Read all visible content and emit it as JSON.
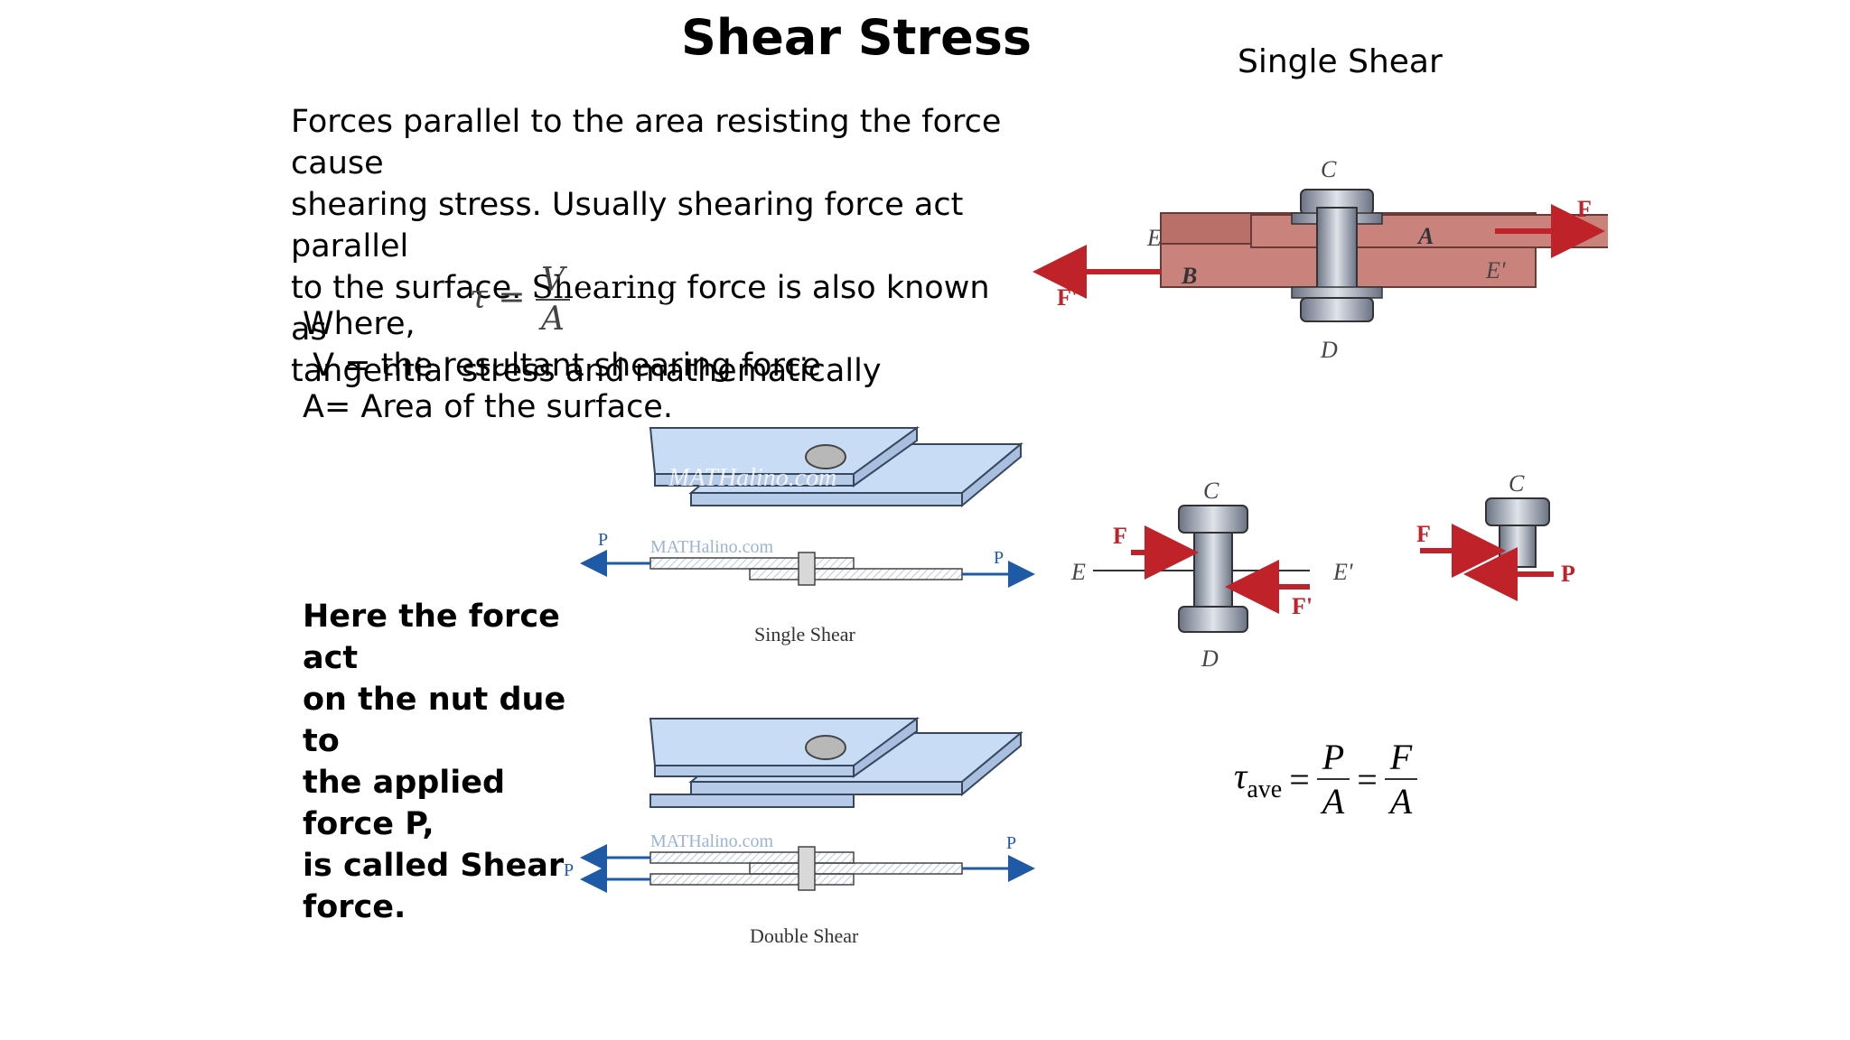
{
  "title": "Shear Stress",
  "subtitle": "Single Shear",
  "paragraph": {
    "line1": "Forces parallel to the area resisting the force cause",
    "line2": "shearing stress. Usually shearing force act parallel",
    "line3a": "to the surface. ",
    "line3b": "Shearing",
    "line3c": " force is also known as",
    "line4": "tangential stress and mathematically"
  },
  "formula_tau": {
    "lhs": "τ =",
    "num": "V",
    "den": "A"
  },
  "where": {
    "label": "Where,",
    "v_line": " V = the resultant shearing force",
    "a_line": "A= Area of the surface."
  },
  "note": {
    "line1": "Here the force act",
    "line2": "on the nut due to",
    "line3": "the applied force P,",
    "line4": "is called Shear",
    "line5": "force."
  },
  "plate_diagrams": {
    "watermark1": "MATHalino.com",
    "watermark2": "MATHalino.com",
    "watermark3": "MATHalino.com",
    "p_left_1": "P",
    "p_right_1": "P",
    "caption_single": "Single Shear",
    "p_left_2": "P",
    "p_right_2": "P",
    "caption_double": "Double Shear"
  },
  "bolt_diagram": {
    "C": "C",
    "D": "D",
    "E": "E",
    "E_prime": "E'",
    "A": "A",
    "B": "B",
    "F": "F",
    "F_prime": "F'",
    "mid_C": "C",
    "mid_D": "D",
    "mid_E": "E",
    "mid_E_prime": "E'",
    "mid_F": "F",
    "mid_F_prime": "F'",
    "right_C": "C",
    "right_F": "F",
    "right_P": "P"
  },
  "formula_ave": {
    "tau": "τ",
    "sub": "ave",
    "eq": "=",
    "num1": "P",
    "den1": "A",
    "num2": "F",
    "den2": "A"
  },
  "colors": {
    "force_red": "#c0222a",
    "plate_blue": "#c9dcf5",
    "arrow_blue": "#1f5aa6",
    "bar_red": "#c9837c"
  }
}
